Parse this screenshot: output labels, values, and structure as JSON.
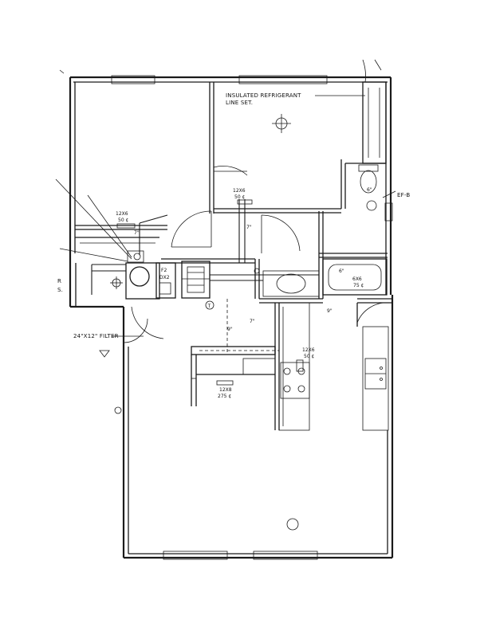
{
  "labels": {
    "refrigerant_line_1": "INSULATED REFRIGERANT",
    "refrigerant_line_2": "LINE SET.",
    "filter": "24\"X12\" FILTER",
    "exhaust_fan": "EF-B",
    "partial_note_1": "R",
    "partial_note_2": "S.",
    "thermostat": "T"
  },
  "registers": [
    {
      "id": "bedroom_supply",
      "size": "12X6",
      "cfm": "50 ¢"
    },
    {
      "id": "hall_supply",
      "size": "12X6",
      "cfm": "50 ¢"
    },
    {
      "id": "bath_supply",
      "size": "6X6",
      "cfm": "75 ¢"
    },
    {
      "id": "kitchen_supply",
      "size": "12X6",
      "cfm": "50 ¢"
    },
    {
      "id": "living_return",
      "size": "12X8",
      "cfm": "275 ¢"
    }
  ],
  "duct_sizes": {
    "d1": "7\"",
    "d2": "7\"",
    "d3": "9\"",
    "d4": "7\"",
    "d5": "9\"",
    "d6": "6\"",
    "d7": "6\""
  },
  "equipment": {
    "furnace_1": "F2",
    "furnace_2": "DX2"
  },
  "colors": {
    "ink": "#1a1a1a",
    "paper": "#ffffff"
  }
}
